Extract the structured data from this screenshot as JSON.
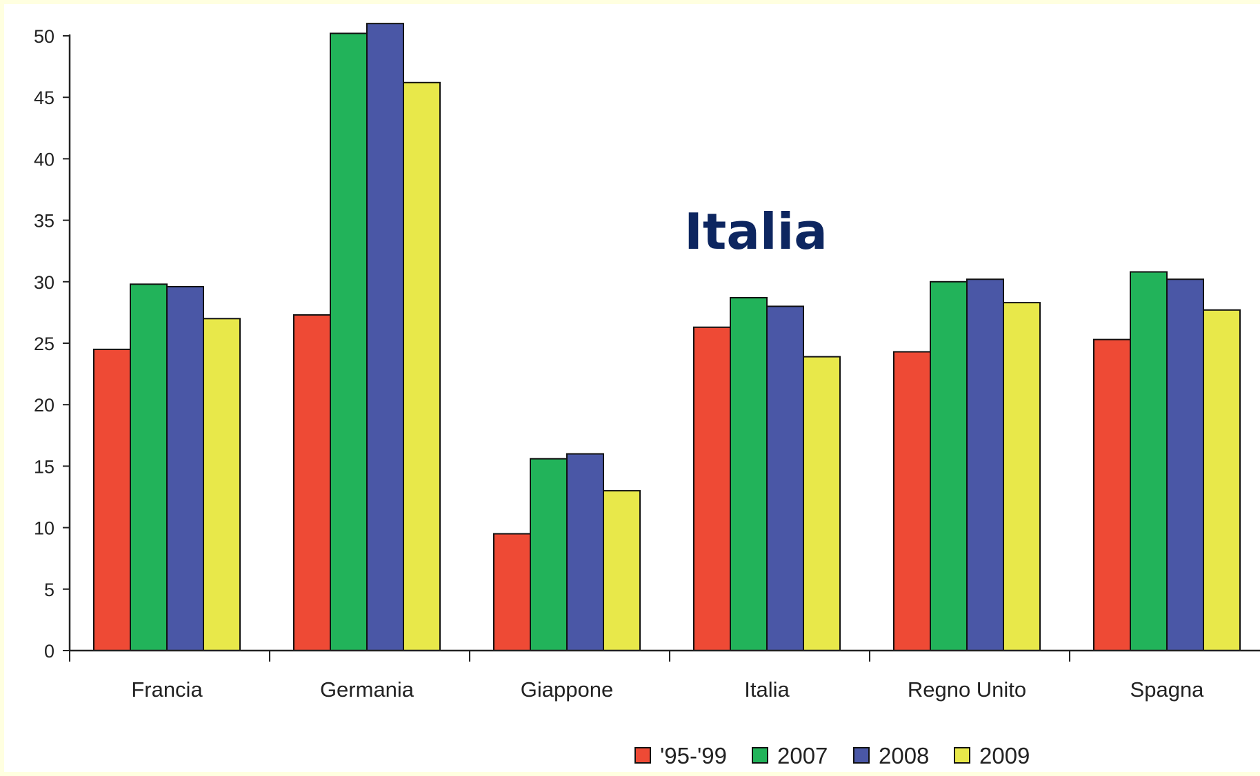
{
  "chart_data": {
    "type": "bar",
    "categories": [
      "Francia",
      "Germania",
      "Giappone",
      "Italia",
      "Regno Unito",
      "Spagna"
    ],
    "series": [
      {
        "name": "'95-'99",
        "color": "#ee4a35",
        "values": [
          24.5,
          27.3,
          9.5,
          26.3,
          24.3,
          25.3
        ]
      },
      {
        "name": "2007",
        "color": "#22b35a",
        "values": [
          29.8,
          50.2,
          15.6,
          28.7,
          30.0,
          30.8
        ]
      },
      {
        "name": "2008",
        "color": "#4a57a6",
        "values": [
          29.6,
          51.0,
          16.0,
          28.0,
          30.2,
          30.2
        ]
      },
      {
        "name": "2009",
        "color": "#e8e84a",
        "values": [
          27.0,
          46.2,
          13.0,
          23.9,
          28.3,
          27.7
        ]
      }
    ],
    "ylim": [
      0,
      50
    ],
    "yticks": [
      0,
      5,
      10,
      15,
      20,
      25,
      30,
      35,
      40,
      45,
      50
    ],
    "annotation": "Italia",
    "legend_position": "bottom",
    "grid": false
  }
}
